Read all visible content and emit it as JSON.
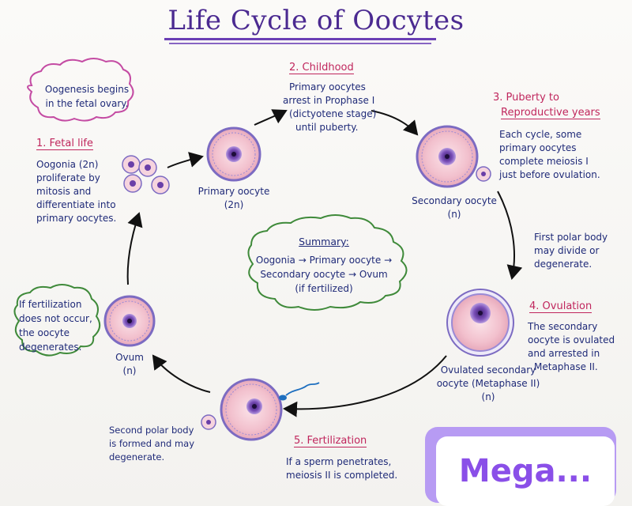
{
  "title": "Life Cycle of Oocytes",
  "note_top": [
    "Oogenesis begins",
    "in the fetal ovary."
  ],
  "stages": {
    "fetal": {
      "heading": "1. Fetal life",
      "lines": [
        "Oogonia (2n)",
        "proliferate by",
        "mitosis and",
        "differentiate into",
        "primary oocytes."
      ]
    },
    "childhood": {
      "heading": "2. Childhood",
      "lines": [
        "Primary oocytes",
        "arrest in Prophase I",
        "(dictyotene stage)",
        "until puberty."
      ]
    },
    "puberty": {
      "heading_lines": [
        "3. Puberty to",
        "Reproductive years"
      ],
      "lines": [
        "Each cycle, some",
        "primary oocytes",
        "complete meiosis I",
        "just before ovulation."
      ]
    },
    "polar": {
      "lines": [
        "First polar body",
        "may divide or",
        "degenerate."
      ]
    },
    "ovulation": {
      "heading": "4. Ovulation",
      "lines": [
        "The secondary",
        "oocyte is ovulated",
        "and arrested in",
        "Metaphase II."
      ]
    },
    "fertilization": {
      "heading": "5. Fertilization",
      "lines": [
        "If a sperm penetrates,",
        "meiosis II is completed."
      ]
    },
    "second_polar": {
      "lines": [
        "Second polar body",
        "is formed and may",
        "degenerate."
      ]
    },
    "no_fert": {
      "lines": [
        "If fertilization",
        "does not occur,",
        "the oocyte",
        "degenerates."
      ]
    }
  },
  "cells": {
    "primary": {
      "label": [
        "Primary oocyte",
        "(2n)"
      ]
    },
    "secondary": {
      "label": [
        "Secondary oocyte",
        "(n)"
      ]
    },
    "ovulated": {
      "label": [
        "Ovulated secondary",
        "oocyte (Metaphase II)",
        "(n)"
      ]
    },
    "ovum": {
      "label": [
        "Ovum",
        "(n)"
      ]
    }
  },
  "summary": {
    "title": "Summary:",
    "lines": [
      "Oogonia → Primary oocyte →",
      "Secondary oocyte → Ovum",
      "(if fertilized)"
    ]
  },
  "badge": {
    "text": "Mega..."
  },
  "colors": {
    "title": "#4b2a91",
    "heading": "#c0265d",
    "body": "#1f2a78",
    "cell_fill": "#f3c9d4",
    "nucleus": "#6a3fa8",
    "zona": "#7c6bc2",
    "cloud_pink": "#c44ba3",
    "cloud_green": "#3f8a3a",
    "badge": "#8a4fe8"
  }
}
